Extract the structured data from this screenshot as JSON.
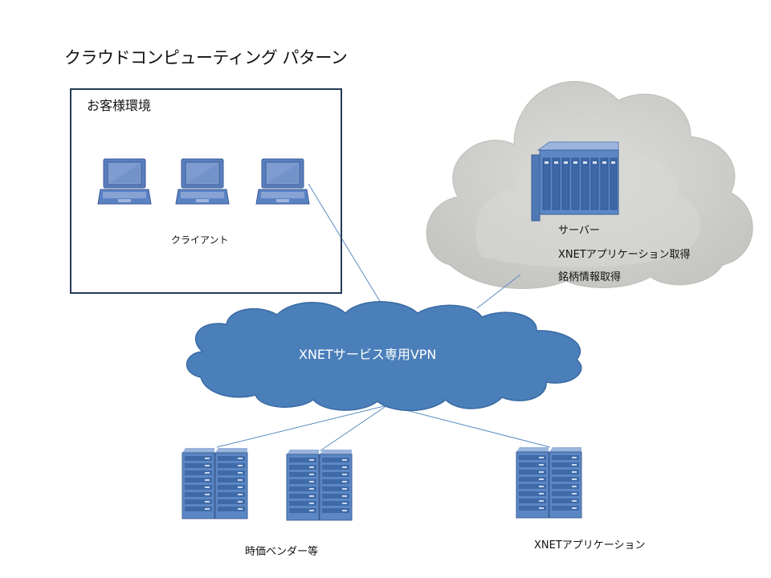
{
  "title": "クラウドコンピューティング パターン",
  "customer_environment": {
    "label": "お客様環境",
    "client_label": "クライアント",
    "laptop_count": 3
  },
  "vpn": {
    "label": "XNETサービス専用VPN"
  },
  "cloud_server": {
    "lines": [
      "サーバー",
      "XNETアプリケーション取得",
      "銘柄情報取得"
    ]
  },
  "vendor_servers": {
    "label": "時価ベンダー等",
    "rack_count": 2
  },
  "xnet_app_server": {
    "label": "XNETアプリケーション"
  },
  "colors": {
    "vpn_cloud": "#4a7fba",
    "internet_cloud": "#cfcfcc",
    "server_blue": "#5b87c5",
    "line": "#5b8cc2",
    "box_border": "#243a55"
  }
}
